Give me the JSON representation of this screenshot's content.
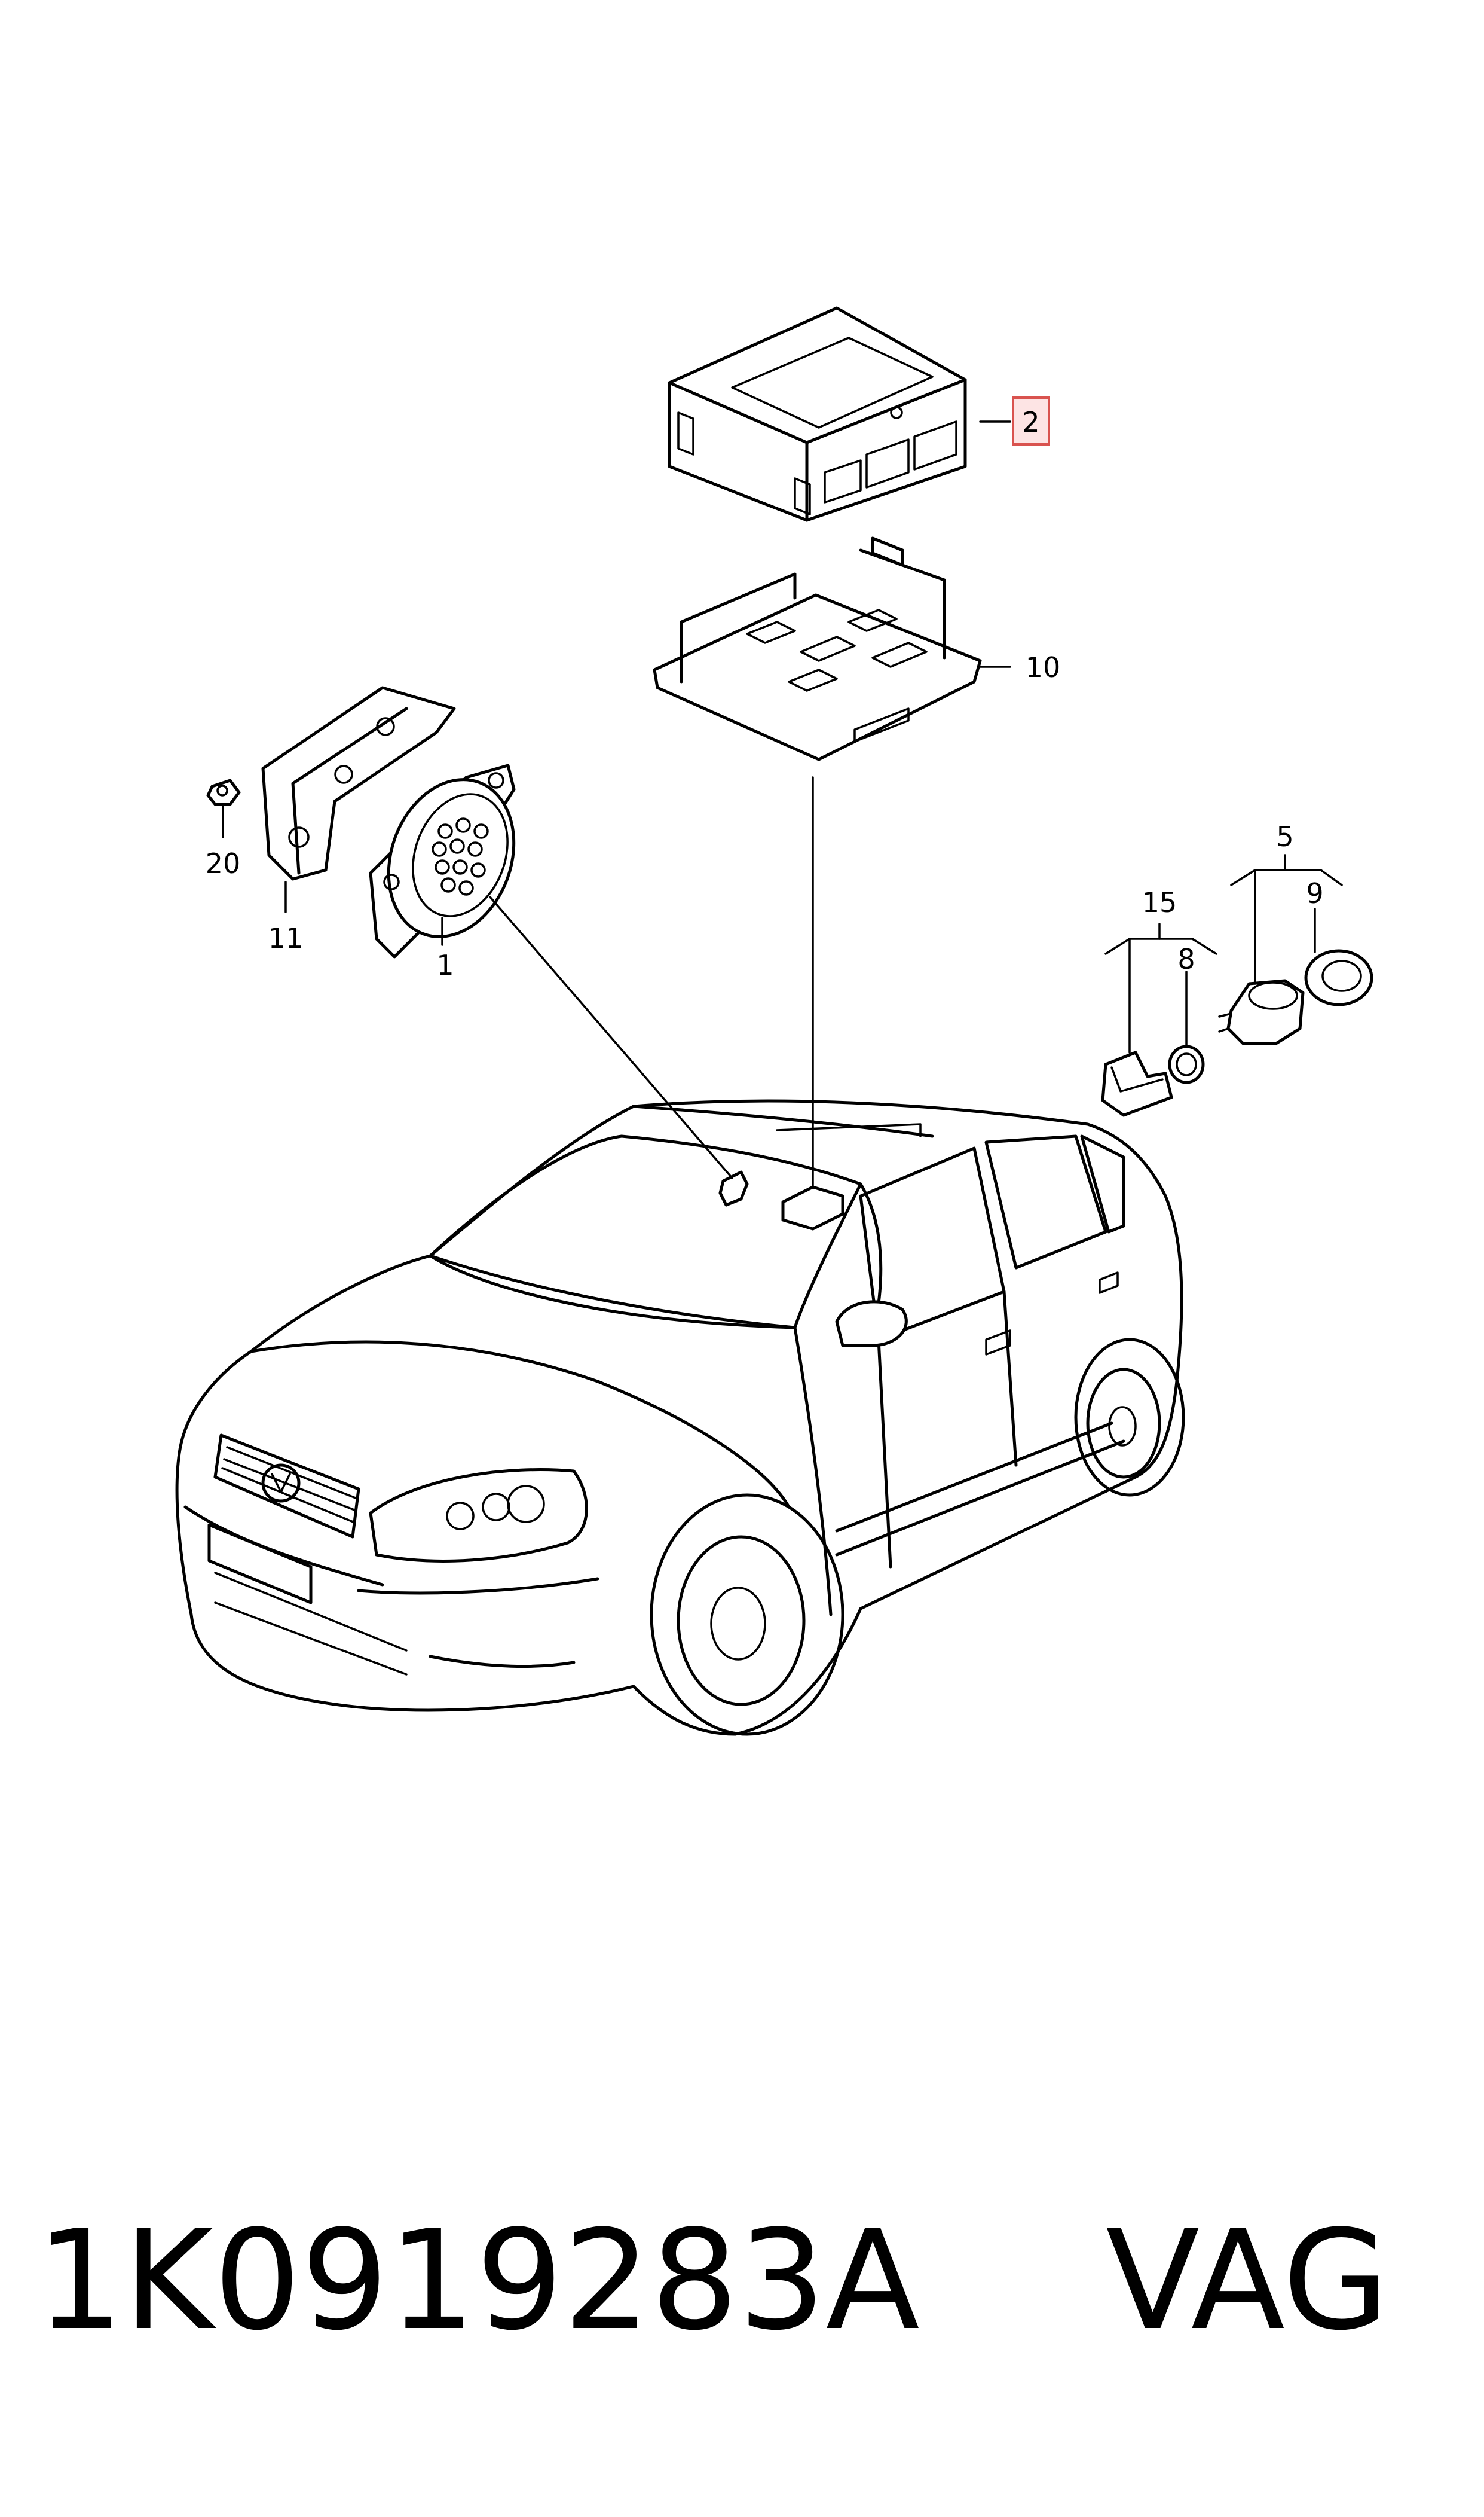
{
  "callouts": {
    "c1": "1",
    "c2": "2",
    "c5": "5",
    "c8": "8",
    "c9": "9",
    "c10": "10",
    "c11": "11",
    "c15": "15",
    "c20": "20"
  },
  "highlight_color": "#d9534f",
  "footer": {
    "part_number": "1K0919283A",
    "brand": "VAG"
  }
}
